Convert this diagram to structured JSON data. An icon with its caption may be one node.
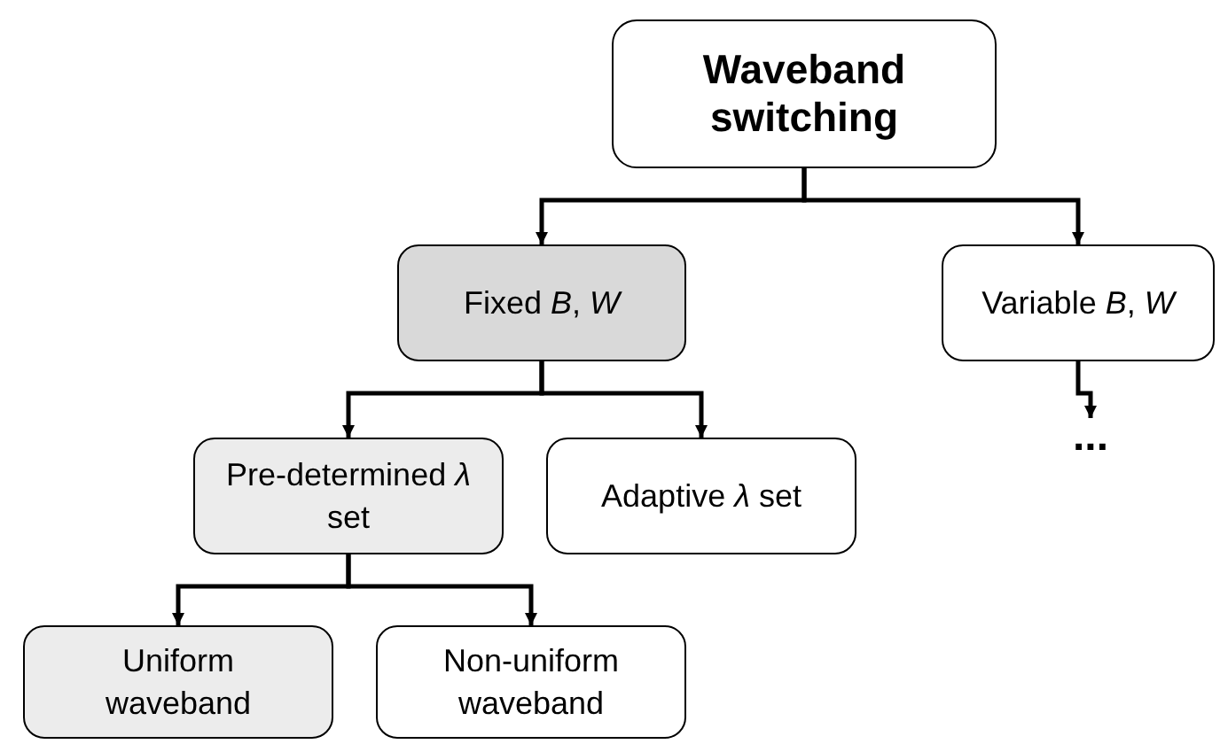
{
  "diagram": {
    "nodes": [
      {
        "text": [
          "Waveband switching"
        ]
      },
      {
        "text": [
          "Fixed *B*, *W*"
        ]
      },
      {
        "text": [
          "Variable *B*, *W*"
        ]
      },
      {
        "text": [
          "..."
        ]
      },
      {
        "text": [
          "Pre-determined *λ* set"
        ]
      },
      {
        "text": [
          "Adaptive  *λ* set"
        ]
      },
      {
        "text": [
          "Uniform waveband"
        ]
      },
      {
        "text": [
          "Non-uniform waveband"
        ]
      }
    ],
    "edges": [
      {
        "from": 0,
        "to": 1,
        "arrow": "to"
      },
      {
        "from": 0,
        "to": 2,
        "arrow": "to"
      },
      {
        "from": 2,
        "to": 3,
        "arrow": "to"
      },
      {
        "from": 1,
        "to": 4,
        "arrow": "to"
      },
      {
        "from": 1,
        "to": 5,
        "arrow": "to"
      },
      {
        "from": 4,
        "to": 6,
        "arrow": "to"
      },
      {
        "from": 4,
        "to": 7,
        "arrow": "to"
      }
    ]
  }
}
